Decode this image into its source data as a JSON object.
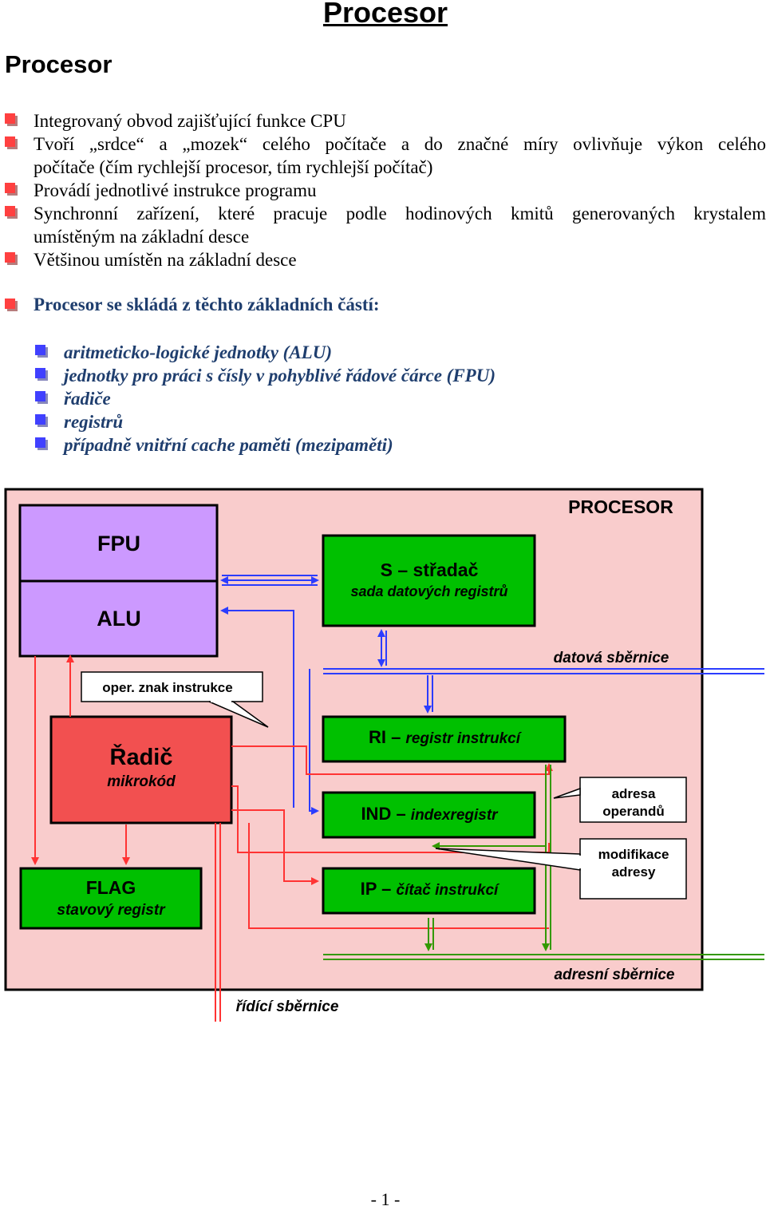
{
  "page": {
    "title": "Procesor",
    "heading": "Procesor",
    "page_number": "- 1 -"
  },
  "intro_bullets": [
    "Integrovaný obvod zajišťující funkce CPU",
    "Tvoří „srdce“ a „mozek“ celého počítače a do značné míry ovlivňuje výkon celého",
    "počítače (čím rychlejší procesor, tím rychlejší počítač)",
    "Provádí jednotlivé instrukce programu",
    "Synchronní zařízení, které pracuje podle hodinových kmitů generovaných krystalem",
    "umístěným na základní desce",
    "Většinou umístěn na základní desce"
  ],
  "parts_lead": "Procesor se skládá z těchto základních částí:",
  "parts": [
    "aritmeticko-logické jednotky (ALU)",
    "jednotky pro práci s čísly v pohyblivé řádové čárce (FPU)",
    "řadiče",
    "registrů",
    "případně vnitřní cache paměti (mezipaměti)"
  ],
  "diagram": {
    "procesor_label": "PROCESOR",
    "fpu": "FPU",
    "alu": "ALU",
    "stradac_title": "S – střadač",
    "stradac_sub": "sada datových registrů",
    "datova_sbernice": "datová sběrnice",
    "oper_znak": "oper. znak instrukce",
    "radic_title": "Řadič",
    "radic_sub": "mikrokód",
    "ri_abbr": "RI",
    "ri_name": "registr instrukcí",
    "ind_abbr": "IND",
    "ind_name": "indexregistr",
    "ip_abbr": "IP",
    "ip_name": "čítač instrukcí",
    "flag_title": "FLAG",
    "flag_sub": "stavový registr",
    "adresa_line1": "adresa",
    "adresa_line2": "operandů",
    "modifikace_line1": "modifikace",
    "modifikace_line2": "adresy",
    "adresni_sbernice": "adresní sběrnice",
    "ridici_sbernice": "řídící sběrnice",
    "colors": {
      "background": "#f9cccc",
      "purple": "#cc99ff",
      "green": "#00c000",
      "red_box": "#f25050",
      "blue_arrow": "#2b3cff",
      "red_arrow": "#ff3333",
      "green_arrow": "#339900"
    }
  }
}
